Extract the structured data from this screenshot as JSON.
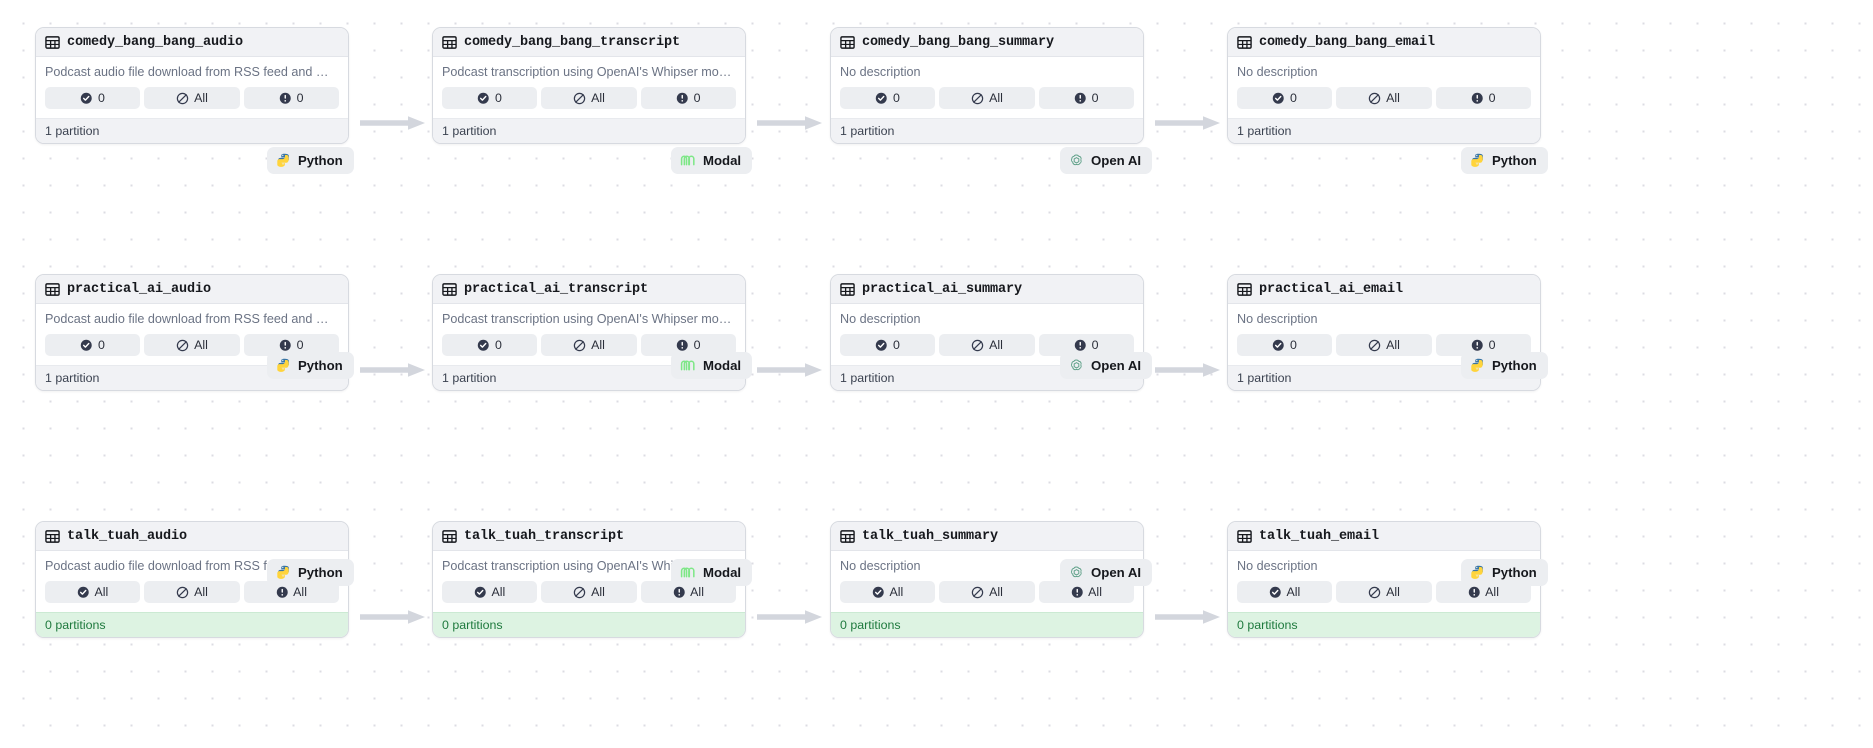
{
  "canvas": {
    "background": "#ffffff",
    "dot_color": "#dcdce3",
    "grid_spacing": 27
  },
  "icons": {
    "table": "table-icon",
    "materialized": "check-circle-icon",
    "skipped": "slash-circle-icon",
    "failed": "exclamation-circle-icon",
    "python": "python-logo-icon",
    "modal": "modal-logo-icon",
    "openai": "openai-logo-icon",
    "arrow": "arrow-right-icon"
  },
  "colors": {
    "card_border": "#d7dae0",
    "header_bg": "#f1f2f5",
    "pill_bg": "#eceef1",
    "footer_bg": "#f1f2f5",
    "footer_empty_bg": "#ddf3e2",
    "footer_empty_text": "#1f7a3e",
    "description_text": "#6b7384",
    "arrow": "#d3d6dd",
    "python_blue": "#3874a4",
    "python_yellow": "#ffd43b",
    "modal_green": "#7ee787",
    "openai_green": "#5a9e85"
  },
  "descriptions": {
    "audio": "Podcast audio file download from RSS feed and …",
    "transcript": "Podcast transcription using OpenAI's Whipser mo…",
    "none": "No description"
  },
  "partitions": {
    "one": "1 partition",
    "zero": "0 partitions"
  },
  "rows": [
    {
      "id": "comedy-bang-bang",
      "empty": false,
      "cards": [
        {
          "title": "comedy_bang_bang_audio",
          "description": "Podcast audio file download from RSS feed and …",
          "materialized": "0",
          "skipped": "All",
          "failed": "0",
          "partitions": "1 partition"
        },
        {
          "title": "comedy_bang_bang_transcript",
          "description": "Podcast transcription using OpenAI's Whipser mo…",
          "materialized": "0",
          "skipped": "All",
          "failed": "0",
          "partitions": "1 partition"
        },
        {
          "title": "comedy_bang_bang_summary",
          "description": "No description",
          "materialized": "0",
          "skipped": "All",
          "failed": "0",
          "partitions": "1 partition"
        },
        {
          "title": "comedy_bang_bang_email",
          "description": "No description",
          "materialized": "0",
          "skipped": "All",
          "failed": "0",
          "partitions": "1 partition"
        }
      ]
    },
    {
      "id": "practical-ai",
      "empty": false,
      "cards": [
        {
          "title": "practical_ai_audio",
          "description": "Podcast audio file download from RSS feed and …",
          "materialized": "0",
          "skipped": "All",
          "failed": "0",
          "partitions": "1 partition"
        },
        {
          "title": "practical_ai_transcript",
          "description": "Podcast transcription using OpenAI's Whipser mo…",
          "materialized": "0",
          "skipped": "All",
          "failed": "0",
          "partitions": "1 partition"
        },
        {
          "title": "practical_ai_summary",
          "description": "No description",
          "materialized": "0",
          "skipped": "All",
          "failed": "0",
          "partitions": "1 partition"
        },
        {
          "title": "practical_ai_email",
          "description": "No description",
          "materialized": "0",
          "skipped": "All",
          "failed": "0",
          "partitions": "1 partition"
        }
      ]
    },
    {
      "id": "talk-tuah",
      "empty": true,
      "cards": [
        {
          "title": "talk_tuah_audio",
          "description": "Podcast audio file download from RSS feed and …",
          "materialized": "All",
          "skipped": "All",
          "failed": "All",
          "partitions": "0 partitions"
        },
        {
          "title": "talk_tuah_transcript",
          "description": "Podcast transcription using OpenAI's Whipser mo…",
          "materialized": "All",
          "skipped": "All",
          "failed": "All",
          "partitions": "0 partitions"
        },
        {
          "title": "talk_tuah_summary",
          "description": "No description",
          "materialized": "All",
          "skipped": "All",
          "failed": "All",
          "partitions": "0 partitions"
        },
        {
          "title": "talk_tuah_email",
          "description": "No description",
          "materialized": "All",
          "skipped": "All",
          "failed": "All",
          "partitions": "0 partitions"
        }
      ]
    }
  ],
  "tech_badges": [
    {
      "label": "Python",
      "icon": "python-logo-icon"
    },
    {
      "label": "Modal",
      "icon": "modal-logo-icon"
    },
    {
      "label": "Open AI",
      "icon": "openai-logo-icon"
    },
    {
      "label": "Python",
      "icon": "python-logo-icon"
    }
  ]
}
